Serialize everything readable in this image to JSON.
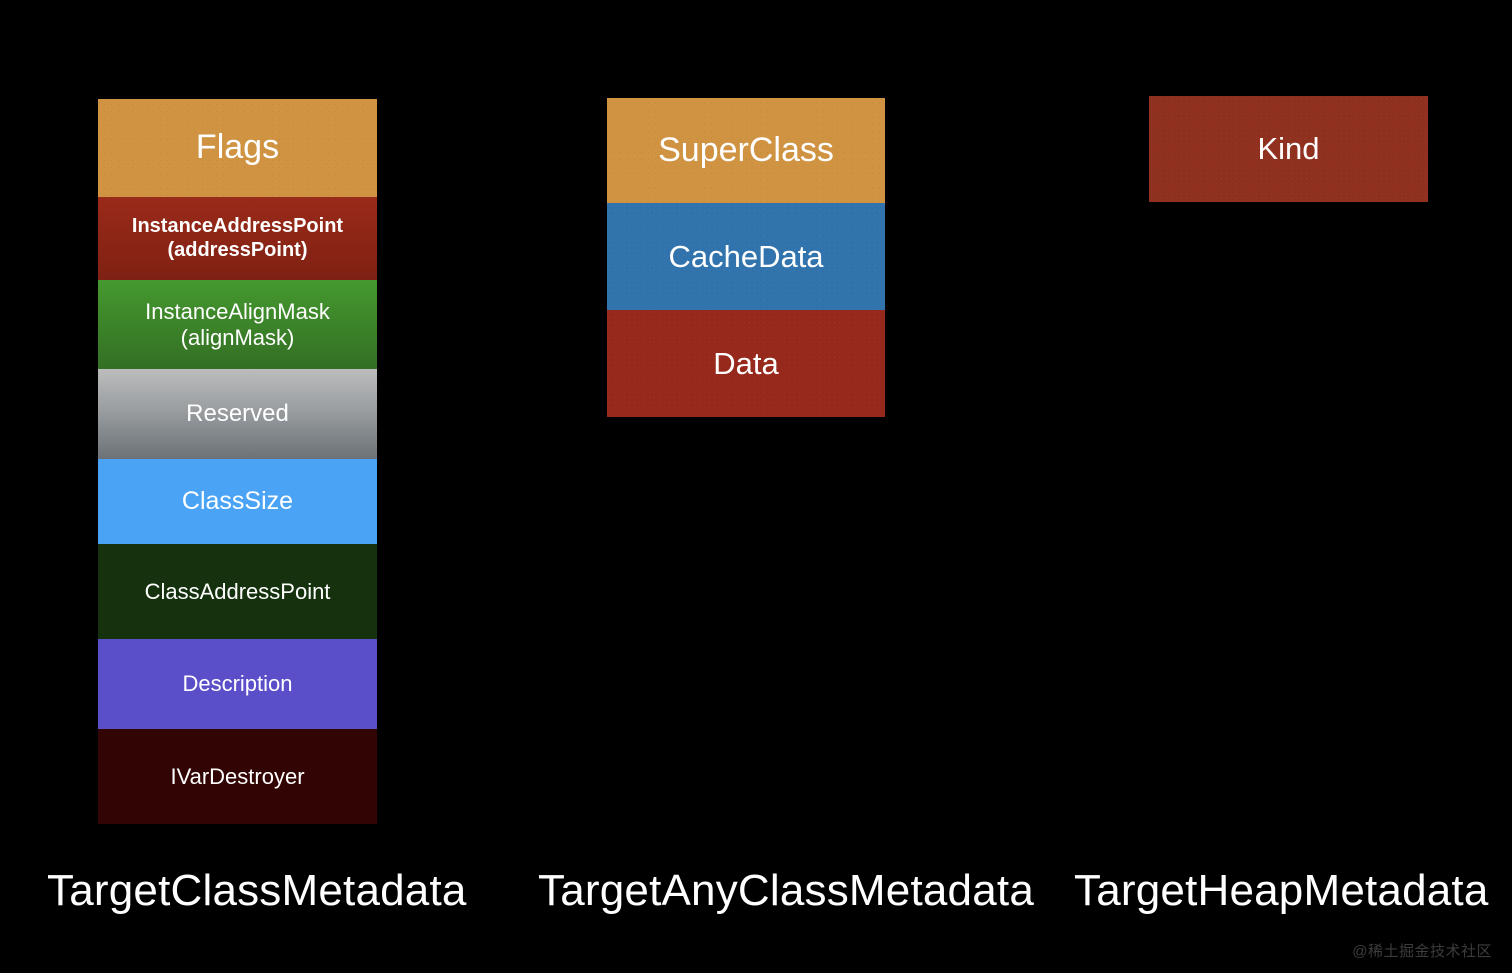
{
  "background_color": "#000000",
  "columns": [
    {
      "id": "class-metadata",
      "caption": "TargetClassMetadata",
      "blocks": [
        {
          "label": "Flags",
          "color": "#cf9342"
        },
        {
          "label": "InstanceAddressPoint\n(addressPoint)",
          "color": "#8f2617"
        },
        {
          "label": "InstanceAlignMask\n(alignMask)",
          "color": "#3d8b2c"
        },
        {
          "label": "Reserved",
          "color": "#9aa0a4"
        },
        {
          "label": "ClassSize",
          "color": "#4aa3f5"
        },
        {
          "label": "ClassAddressPoint",
          "color": "#15310d"
        },
        {
          "label": "Description",
          "color": "#5b4fc9"
        },
        {
          "label": "IVarDestroyer",
          "color": "#320504"
        }
      ]
    },
    {
      "id": "anyclass-metadata",
      "caption": "TargetAnyClassMetadata",
      "blocks": [
        {
          "label": "SuperClass",
          "color": "#cf9342"
        },
        {
          "label": "CacheData",
          "color": "#3173ac"
        },
        {
          "label": "Data",
          "color": "#97281c"
        }
      ]
    },
    {
      "id": "heap-metadata",
      "caption": "TargetHeapMetadata",
      "blocks": [
        {
          "label": "Kind",
          "color": "#90301f"
        }
      ]
    }
  ],
  "watermark": "@稀土掘金技术社区"
}
